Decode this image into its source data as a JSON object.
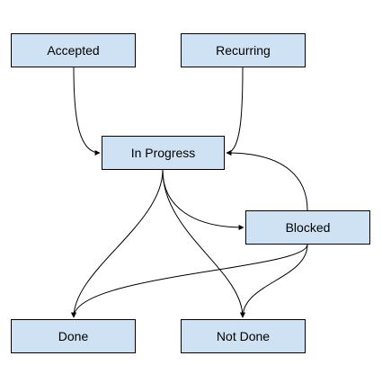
{
  "colors": {
    "node_fill": "#cfe2f3",
    "node_border": "#000000",
    "edge": "#000000",
    "text": "#000000"
  },
  "nodes": {
    "accepted": "Accepted",
    "recurring": "Recurring",
    "in_progress": "In Progress",
    "blocked": "Blocked",
    "done": "Done",
    "not_done": "Not Done"
  },
  "edges": [
    {
      "from": "Accepted",
      "to": "In Progress"
    },
    {
      "from": "Recurring",
      "to": "In Progress"
    },
    {
      "from": "In Progress",
      "to": "Blocked"
    },
    {
      "from": "Blocked",
      "to": "In Progress"
    },
    {
      "from": "In Progress",
      "to": "Done"
    },
    {
      "from": "In Progress",
      "to": "Not Done"
    },
    {
      "from": "Blocked",
      "to": "Done"
    },
    {
      "from": "Blocked",
      "to": "Not Done"
    }
  ]
}
